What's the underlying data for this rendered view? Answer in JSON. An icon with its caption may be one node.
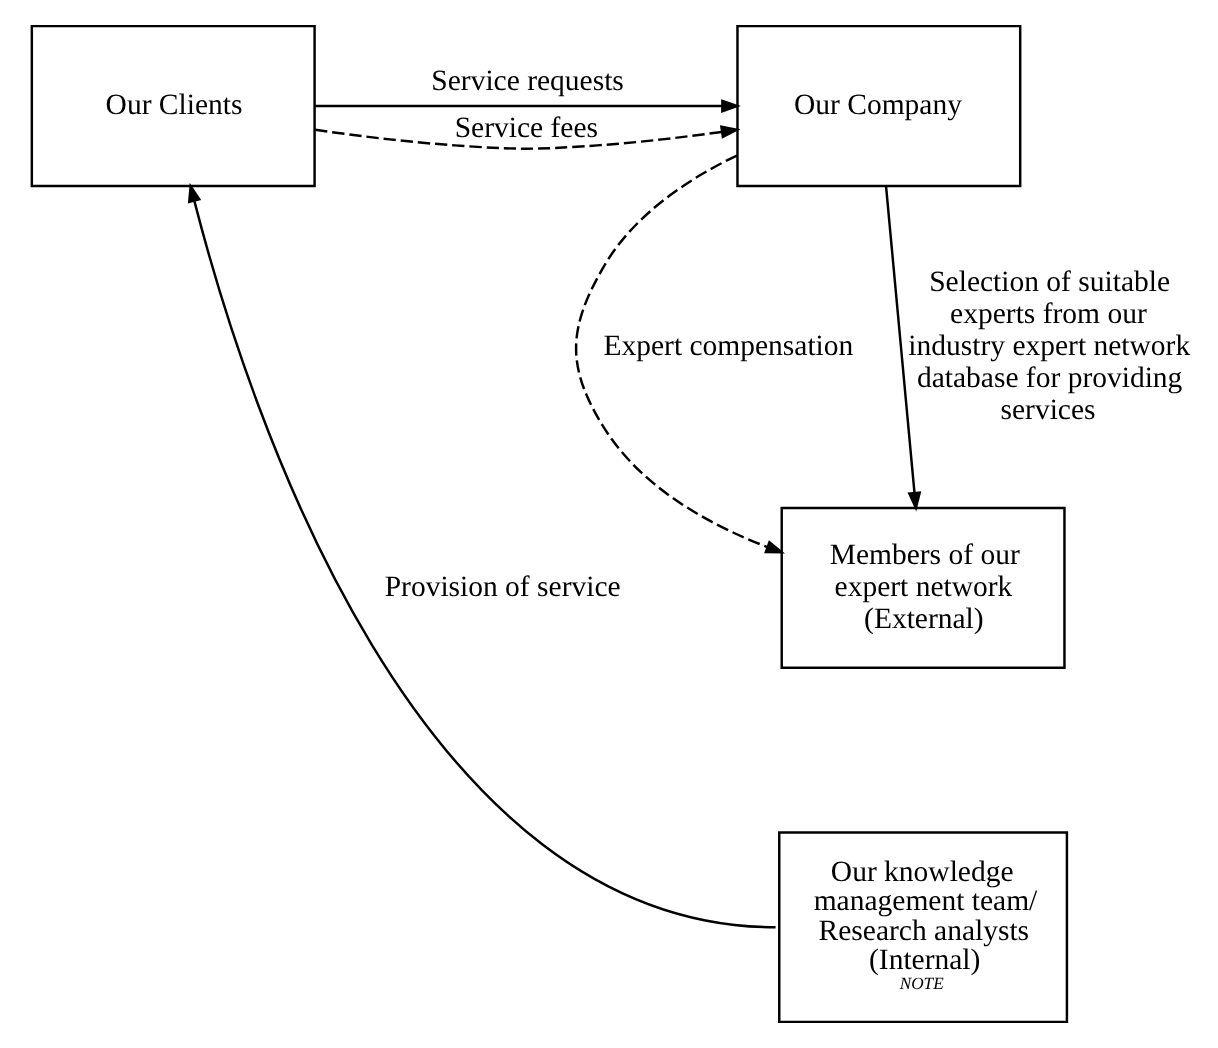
{
  "diagram": {
    "nodes": [
      {
        "text": [
          "Our Clients"
        ]
      },
      {
        "text": [
          "Our Company"
        ]
      },
      {
        "text": [
          "Members of our expert network (External)"
        ]
      },
      {
        "text": [
          "Our knowledge management team/ Research analysts (Internal) $^{NOTE}$"
        ]
      }
    ],
    "edges": [
      {
        "from": 0,
        "to": 1,
        "arrow": "to",
        "label": "Service requests"
      },
      {
        "from": 0,
        "to": 1,
        "arrow": "to",
        "label": "Service fees",
        "style": "dashed"
      },
      {
        "from": 1,
        "to": 2,
        "arrow": "to",
        "label": "Expert compensation",
        "style": "dashed"
      },
      {
        "from": 1,
        "to": 2,
        "arrow": "to",
        "label": "Selection of suitable experts from our industry expert network database for providing services"
      },
      {
        "from": 3,
        "to": 0,
        "arrow": "to",
        "label": "Provision of service"
      }
    ]
  }
}
